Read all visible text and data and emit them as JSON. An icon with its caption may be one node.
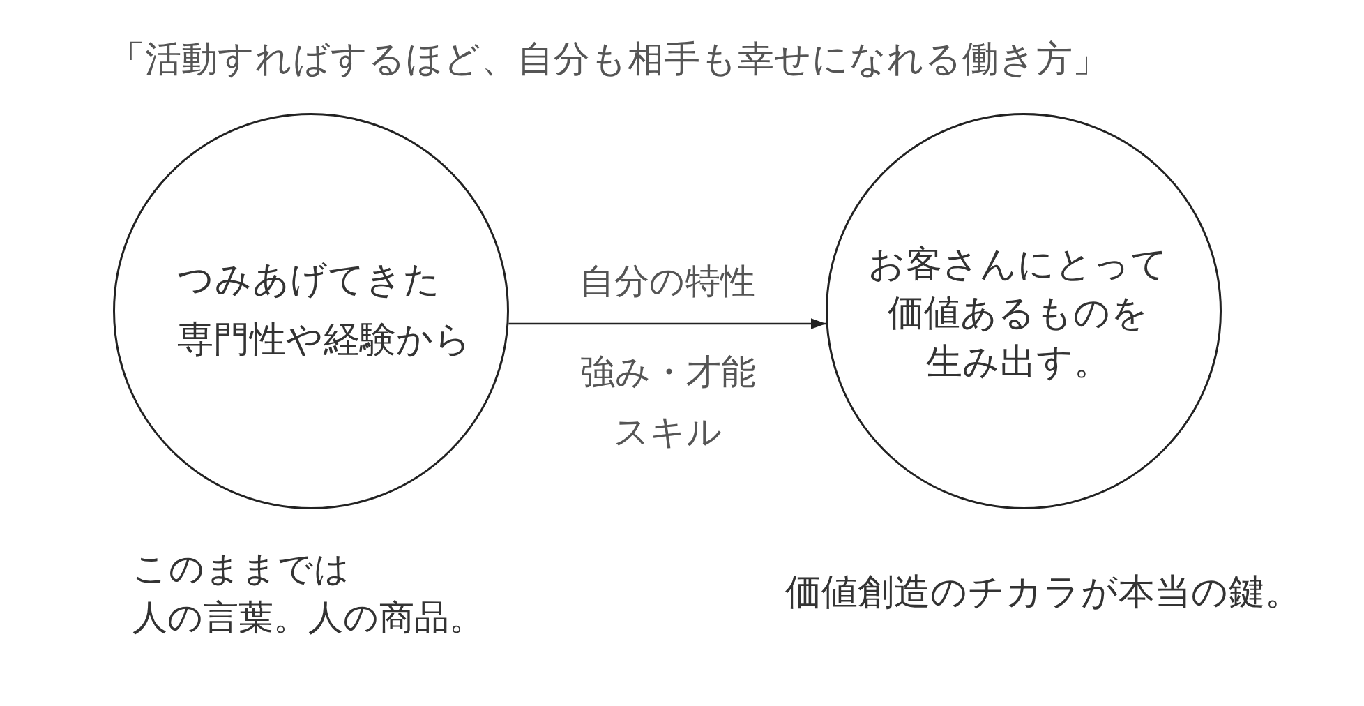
{
  "diagram": {
    "title": "「活動すればするほど、自分も相手も幸せになれる働き方」",
    "nodes": [
      {
        "text": [
          "つみあげてきた専門性や経験から"
        ],
        "beside": [
          "このままでは人の言葉。人の商品。"
        ]
      },
      {
        "text": [
          "お客さんにとって価値あるものを生み出す。"
        ],
        "beside": [
          "価値創造のチカラが本当の鍵。"
        ]
      }
    ],
    "edges": [
      {
        "from": 0,
        "to": 1,
        "arrow": "to",
        "label": "自分の特性"
      }
    ],
    "labels": [
      "強み・才能",
      "スキル"
    ]
  }
}
